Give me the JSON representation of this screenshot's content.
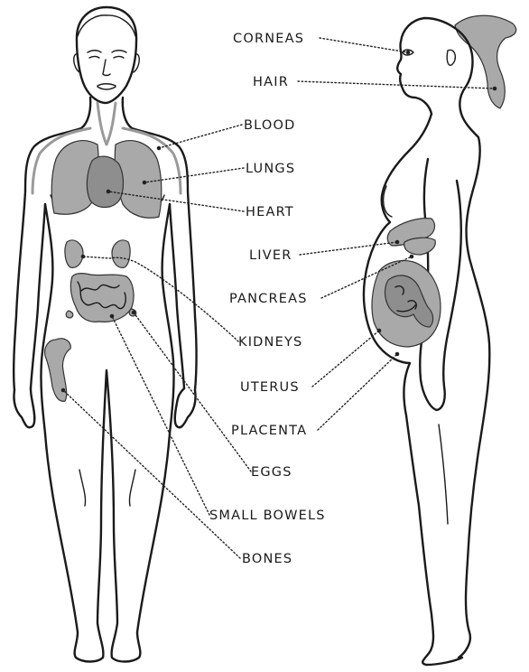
{
  "labels": {
    "corneas": "CORNEAS",
    "hair": "HAIR",
    "blood": "BLOOD",
    "lungs": "LUNGS",
    "heart": "HEART",
    "liver": "LIVER",
    "pancreas": "PANCREAS",
    "kidneys": "KIDNEYS",
    "uterus": "UTERUS",
    "placenta": "PLACENTA",
    "eggs": "EGGS",
    "small_bowels": "SMALL BOWELS",
    "bones": "BONES"
  },
  "colors": {
    "organ_fill": "#a9a9a9",
    "outline": "#1a1a1a",
    "vessel": "#9a9a9a",
    "background": "#ffffff"
  }
}
